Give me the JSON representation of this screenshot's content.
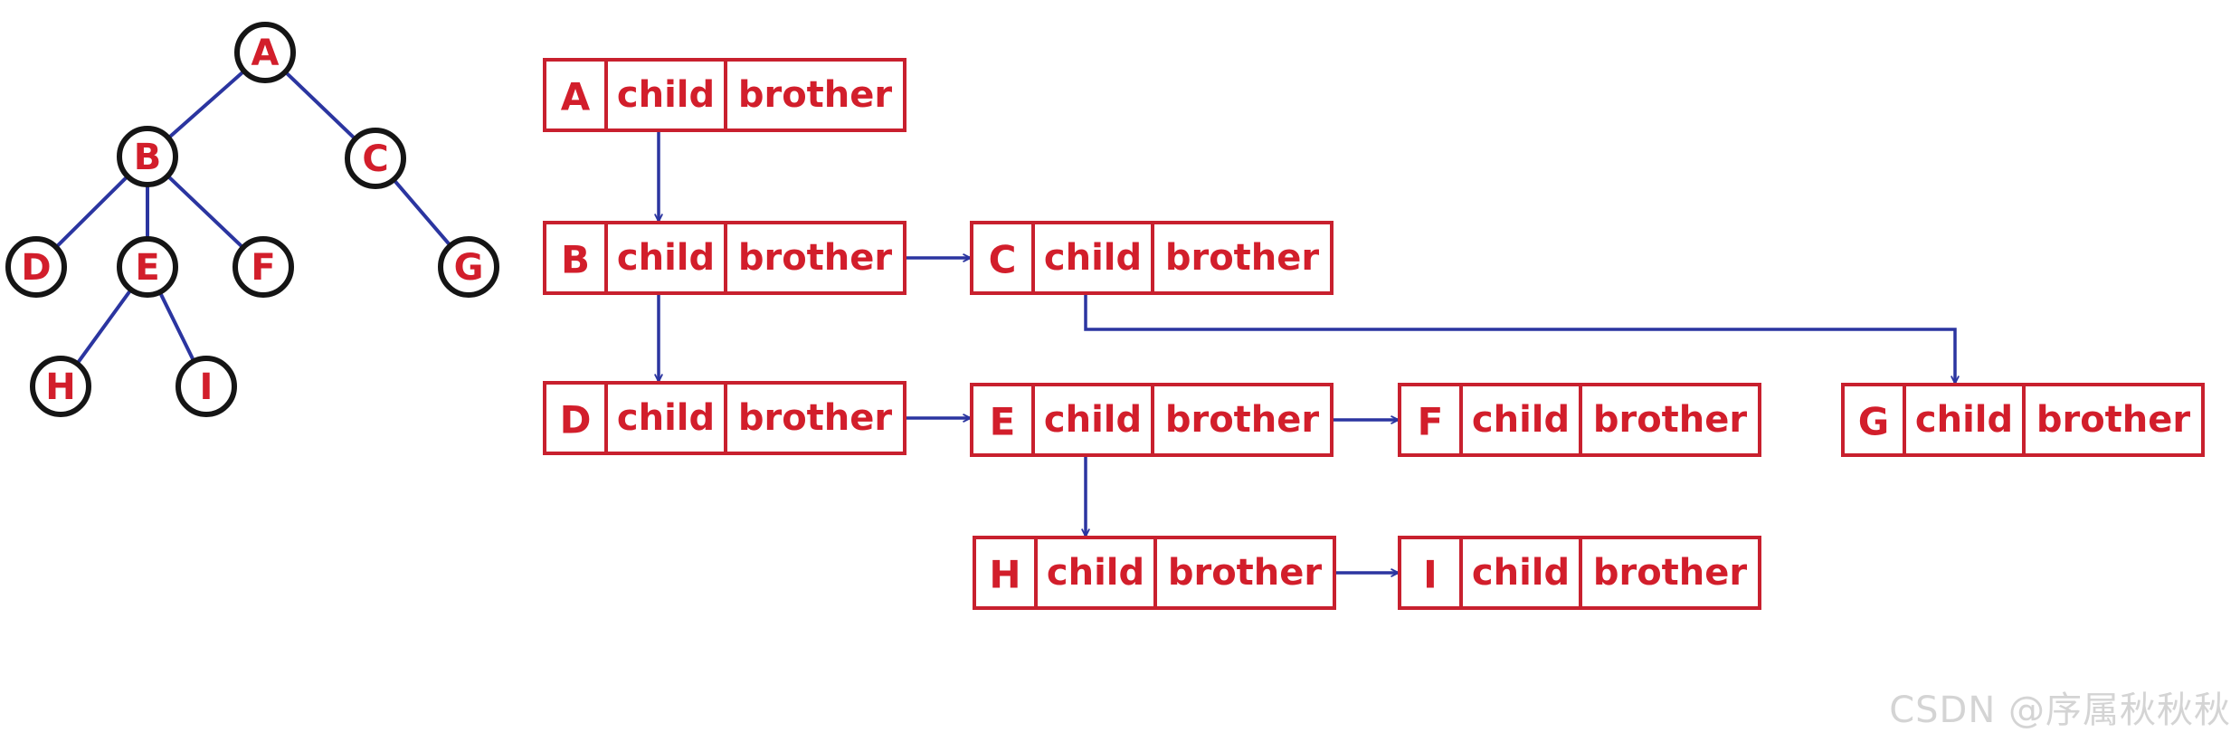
{
  "tree": {
    "nodes": [
      {
        "id": "A",
        "label": "A"
      },
      {
        "id": "B",
        "label": "B"
      },
      {
        "id": "C",
        "label": "C"
      },
      {
        "id": "D",
        "label": "D"
      },
      {
        "id": "E",
        "label": "E"
      },
      {
        "id": "F",
        "label": "F"
      },
      {
        "id": "G",
        "label": "G"
      },
      {
        "id": "H",
        "label": "H"
      },
      {
        "id": "I",
        "label": "I"
      }
    ],
    "edges": [
      [
        "A",
        "B"
      ],
      [
        "A",
        "C"
      ],
      [
        "B",
        "D"
      ],
      [
        "B",
        "E"
      ],
      [
        "B",
        "F"
      ],
      [
        "C",
        "G"
      ],
      [
        "E",
        "H"
      ],
      [
        "E",
        "I"
      ]
    ]
  },
  "records": [
    {
      "id": "A",
      "letter": "A",
      "child_label": "child",
      "brother_label": "brother"
    },
    {
      "id": "B",
      "letter": "B",
      "child_label": "child",
      "brother_label": "brother"
    },
    {
      "id": "C",
      "letter": "C",
      "child_label": "child",
      "brother_label": "brother"
    },
    {
      "id": "D",
      "letter": "D",
      "child_label": "child",
      "brother_label": "brother"
    },
    {
      "id": "E",
      "letter": "E",
      "child_label": "child",
      "brother_label": "brother"
    },
    {
      "id": "F",
      "letter": "F",
      "child_label": "child",
      "brother_label": "brother"
    },
    {
      "id": "G",
      "letter": "G",
      "child_label": "child",
      "brother_label": "brother"
    },
    {
      "id": "H",
      "letter": "H",
      "child_label": "child",
      "brother_label": "brother"
    },
    {
      "id": "I",
      "letter": "I",
      "child_label": "child",
      "brother_label": "brother"
    }
  ],
  "pointers": [
    {
      "from": "A",
      "field": "child",
      "to": "B"
    },
    {
      "from": "B",
      "field": "child",
      "to": "D"
    },
    {
      "from": "B",
      "field": "brother",
      "to": "C"
    },
    {
      "from": "C",
      "field": "child",
      "to": "G"
    },
    {
      "from": "D",
      "field": "brother",
      "to": "E"
    },
    {
      "from": "E",
      "field": "brother",
      "to": "F"
    },
    {
      "from": "E",
      "field": "child",
      "to": "H"
    },
    {
      "from": "H",
      "field": "brother",
      "to": "I"
    }
  ],
  "colors": {
    "node_text": "#d21e2b",
    "record_border": "#c8202e",
    "edge": "#2b35a0",
    "node_ring": "#151515"
  },
  "watermark": "CSDN @序属秋秋秋"
}
